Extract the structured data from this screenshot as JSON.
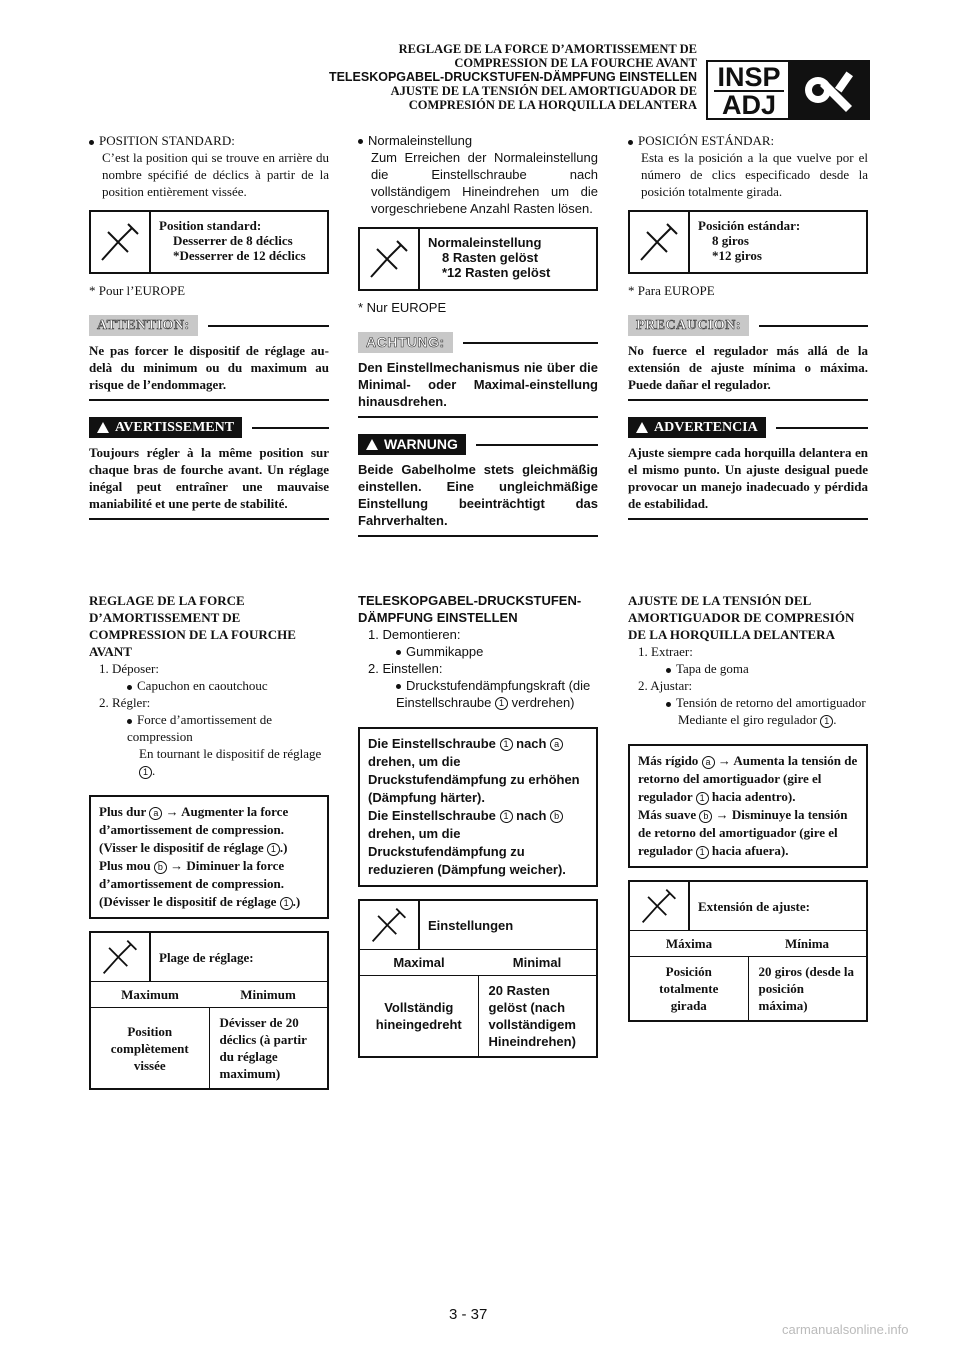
{
  "header": {
    "lines": [
      "REGLAGE DE LA FORCE D’AMORTISSEMENT DE",
      "COMPRESSION DE LA FOURCHE AVANT",
      "TELESKOPGABEL-DRUCKSTUFEN-DÄMPFUNG EINSTELLEN",
      "AJUSTE DE LA TENSIÓN DEL AMORTIGUADOR DE",
      "COMPRESIÓN DE LA HORQUILLA DELANTERA"
    ],
    "badge_top": "INSP",
    "badge_bottom": "ADJ",
    "tool_icon": "wrench-screwdriver-icon"
  },
  "fr": {
    "std_title": "POSITION STANDARD:",
    "std_text": "C’est la position qui se trouve en arrière du nombre spécifié de déclics à partir de la position entièrement vissée.",
    "spec_lines": [
      "Position standard:",
      "Desserrer de 8 déclics",
      "*Desserrer de 12 déclics"
    ],
    "footnote": "* Pour l’EUROPE",
    "attn_label": "ATTENTION:",
    "attn_text": "Ne pas forcer le dispositif de réglage au-delà du minimum ou du maximum au risque de l’endommager.",
    "warn_label": "AVERTISSEMENT",
    "warn_text": "Toujours régler à la même position sur chaque bras de fourche avant. Un réglage inégal peut entraîner une mauvaise maniabilité et une perte de stabilité.",
    "sec_title": "REGLAGE DE LA FORCE D’AMORTISSEMENT DE COMPRESSION DE LA FOURCHE AVANT",
    "step1": "1. Déposer:",
    "step1_item": "Capuchon en caoutchouc",
    "step2": "2. Régler:",
    "step2_item": "Force d’amortissement de compression",
    "step2_note": "En tournant le dispositif de réglage",
    "info_a_lead": "Plus dur",
    "info_a_text": "→ Augmenter la force d’amortissement de compression. (Visser le dispositif de réglage",
    "info_b_lead": "Plus mou",
    "info_b_text": "→ Diminuer la force d’amortissement de compression. (Dévisser le dispositif de réglage",
    "range_title": "Plage de réglage:",
    "range_max": "Maximum",
    "range_min": "Minimum",
    "range_max_val": "Position complètement vissée",
    "range_min_val": "Dévisser de 20 déclics (à partir du réglage maximum)"
  },
  "de": {
    "std_title": "Normaleinstellung",
    "std_text": "Zum Erreichen der Normaleinstellung die Einstellschraube nach vollständigem Hineindrehen um die vorgeschriebene Anzahl Rasten lösen.",
    "spec_lines": [
      "Normaleinstellung",
      "8 Rasten gelöst",
      "*12 Rasten gelöst"
    ],
    "footnote": "* Nur EUROPE",
    "attn_label": "ACHTUNG:",
    "attn_text": "Den Einstellmechanismus nie über die Minimal- oder Maximal-einstellung hinausdrehen.",
    "warn_label": "WARNUNG",
    "warn_text": "Beide Gabelholme stets gleichmäßig einstellen. Eine ungleichmäßige Einstellung beeinträchtigt das Fahrverhalten.",
    "sec_title": "TELESKOPGABEL-DRUCKSTUFEN-DÄMPFUNG EINSTELLEN",
    "step1": "1. Demontieren:",
    "step1_item": "Gummikappe",
    "step2": "2. Einstellen:",
    "step2_item": "Druckstufendämpfungskraft (die Einstellschraube",
    "step2_item_end": "verdrehen)",
    "info_a_lead": "Die Einstellschraube",
    "info_a_mid": "nach",
    "info_a_text": "drehen, um die Druckstufendämpfung zu erhöhen (Dämpfung härter).",
    "info_b_lead": "Die Einstellschraube",
    "info_b_mid": "nach",
    "info_b_text": "drehen, um die Druckstufendämpfung zu reduzieren (Dämpfung weicher).",
    "range_title": "Einstellungen",
    "range_max": "Maximal",
    "range_min": "Minimal",
    "range_max_val": "Vollständig hineingedreht",
    "range_min_val": "20 Rasten gelöst (nach vollständigem Hineindrehen)"
  },
  "es": {
    "std_title": "POSICIÓN ESTÁNDAR:",
    "std_text": "Esta es la posición a la que vuelve por el número de clics especificado desde la posición totalmente girada.",
    "spec_lines": [
      "Posición estándar:",
      "8 giros",
      "*12 giros"
    ],
    "footnote": "* Para EUROPE",
    "attn_label": "PRECAUCION:",
    "attn_text": "No fuerce el regulador más allá de la extensión de ajuste mínima o máxima. Puede dañar el regulador.",
    "warn_label": "ADVERTENCIA",
    "warn_text": "Ajuste siempre cada horquilla delantera en el mismo punto. Un ajuste desigual puede provocar un manejo inadecuado y pérdida de estabilidad.",
    "sec_title": "AJUSTE DE LA TENSIÓN DEL AMORTIGUADOR DE COMPRESIÓN DE LA HORQUILLA DELANTERA",
    "step1": "1. Extraer:",
    "step1_item": "Tapa de goma",
    "step2": "2. Ajustar:",
    "step2_item": "Tensión de retorno del amortiguador",
    "step2_note": "Mediante el giro regulador",
    "info_a_lead": "Más rígido",
    "info_a_text": "→ Aumenta la tensión de retorno del amortiguador (gire el regulador",
    "info_a_end": "hacia adentro).",
    "info_b_lead": "Más suave",
    "info_b_text": "→ Disminuye la tensión de retorno del amortiguador (gire el regulador",
    "info_b_end": "hacia afuera).",
    "range_title": "Extensión de ajuste:",
    "range_max": "Máxima",
    "range_min": "Mínima",
    "range_max_val": "Posición totalmente girada",
    "range_min_val": "20 giros (desde la posición máxima)"
  },
  "symbols": {
    "one": "1",
    "a": "a",
    "b": "b",
    "close_paren": ".)",
    "period": "."
  },
  "page_number": "3 - 37",
  "watermark": "carmanualsonline.info"
}
